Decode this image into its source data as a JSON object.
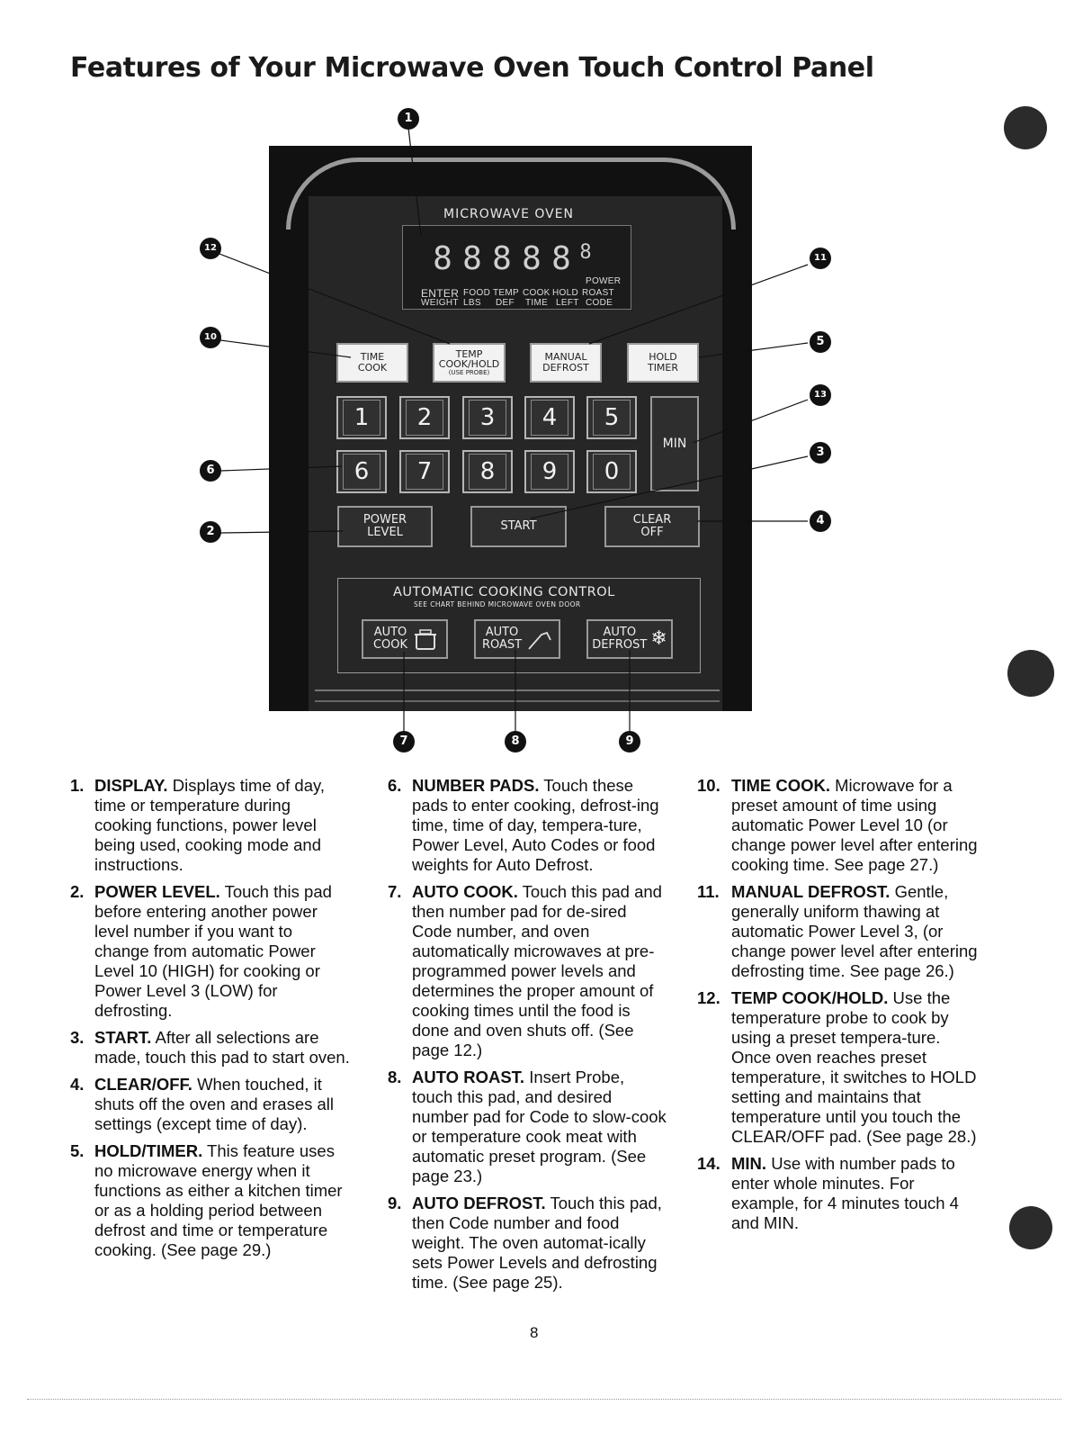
{
  "title": "Features of Your Microwave Oven Touch Control Panel",
  "panel": {
    "brand_label": "MICROWAVE OVEN",
    "display": {
      "digits": [
        "8",
        "8",
        "8",
        "8",
        "8"
      ],
      "small_digit": "8",
      "indicators_row1": [
        "ENTER",
        "FOOD",
        "TEMP",
        "COOK",
        "HOLD",
        "ROAST"
      ],
      "indicators_row2": [
        "WEIGHT",
        "LBS",
        "DEF",
        "TIME",
        "LEFT",
        "CODE"
      ],
      "power_indicator": "POWER"
    },
    "function_keys": {
      "time_cook": [
        "TIME",
        "COOK"
      ],
      "temp_cook_hold": [
        "TEMP",
        "COOK/HOLD",
        "(USE PROBE)"
      ],
      "manual_defrost": [
        "MANUAL",
        "DEFROST"
      ],
      "hold_timer": [
        "HOLD",
        "TIMER"
      ]
    },
    "number_keys": [
      "1",
      "2",
      "3",
      "4",
      "5",
      "6",
      "7",
      "8",
      "9",
      "0"
    ],
    "min_key": "MIN",
    "power_level": [
      "POWER",
      "LEVEL"
    ],
    "start": "START",
    "clear_off": [
      "CLEAR",
      "OFF"
    ],
    "auto_cooking_control": {
      "title": "AUTOMATIC COOKING CONTROL",
      "subtitle": "SEE CHART BEHIND MICROWAVE OVEN DOOR",
      "auto_cook": [
        "AUTO",
        "COOK"
      ],
      "auto_roast": [
        "AUTO",
        "ROAST"
      ],
      "auto_defrost": [
        "AUTO",
        "DEFROST"
      ]
    }
  },
  "callouts": [
    "1",
    "12",
    "11",
    "10",
    "5",
    "13",
    "6",
    "3",
    "2",
    "4",
    "7",
    "8",
    "9"
  ],
  "descriptions": [
    {
      "num": "1.",
      "head": "DISPLAY.",
      "text": " Displays time of day, time or temperature during cooking functions, power level being used, cooking mode and instructions."
    },
    {
      "num": "2.",
      "head": "POWER LEVEL.",
      "text": " Touch this pad before entering another power level number if you want to change from automatic Power Level 10 (HIGH) for cooking or Power Level 3 (LOW) for defrosting."
    },
    {
      "num": "3.",
      "head": "START.",
      "text": " After all selections are made, touch this pad to start oven."
    },
    {
      "num": "4.",
      "head": "CLEAR/OFF.",
      "text": " When touched, it shuts off the oven and erases all settings (except time of day)."
    },
    {
      "num": "5.",
      "head": "HOLD/TIMER.",
      "text": " This feature uses no microwave energy when it functions as either a kitchen timer or as a holding period between defrost and time or temperature cooking. (See page 29.)"
    },
    {
      "num": "6.",
      "head": "NUMBER PADS.",
      "text": " Touch these pads to enter cooking, defrost-ing time, time of day, tempera-ture, Power Level, Auto Codes or food weights for Auto Defrost."
    },
    {
      "num": "7.",
      "head": "AUTO COOK.",
      "text": " Touch this pad and then number pad for de-sired Code number, and oven automatically microwaves at pre-programmed power levels and determines the proper amount of cooking times until the food is done and oven shuts off. (See page 12.)"
    },
    {
      "num": "8.",
      "head": "AUTO ROAST.",
      "text": " Insert Probe, touch this pad, and desired number pad for Code to slow-cook or temperature cook meat with automatic preset program. (See page 23.)"
    },
    {
      "num": "9.",
      "head": "AUTO DEFROST.",
      "text": " Touch this pad, then Code number and food weight. The oven automat-ically sets Power Levels and defrosting time. (See page 25)."
    },
    {
      "num": "10.",
      "head": "TIME COOK.",
      "text": " Microwave for a preset amount of time using automatic Power Level 10 (or change power level after entering cooking time. See page 27.)"
    },
    {
      "num": "11.",
      "head": "MANUAL DEFROST.",
      "text": " Gentle, generally uniform thawing at automatic Power Level 3, (or change power level after entering defrosting time. See page 26.)"
    },
    {
      "num": "12.",
      "head": "TEMP COOK/HOLD.",
      "text": " Use the temperature probe to cook by using a preset tempera-ture. Once oven reaches preset temperature, it switches to HOLD setting and maintains that temperature until you touch the CLEAR/OFF pad. (See page 28.)"
    },
    {
      "num": "14.",
      "head": "MIN.",
      "text": " Use with number pads to enter whole minutes. For example, for 4 minutes touch 4 and MIN."
    }
  ],
  "page_number": "8"
}
